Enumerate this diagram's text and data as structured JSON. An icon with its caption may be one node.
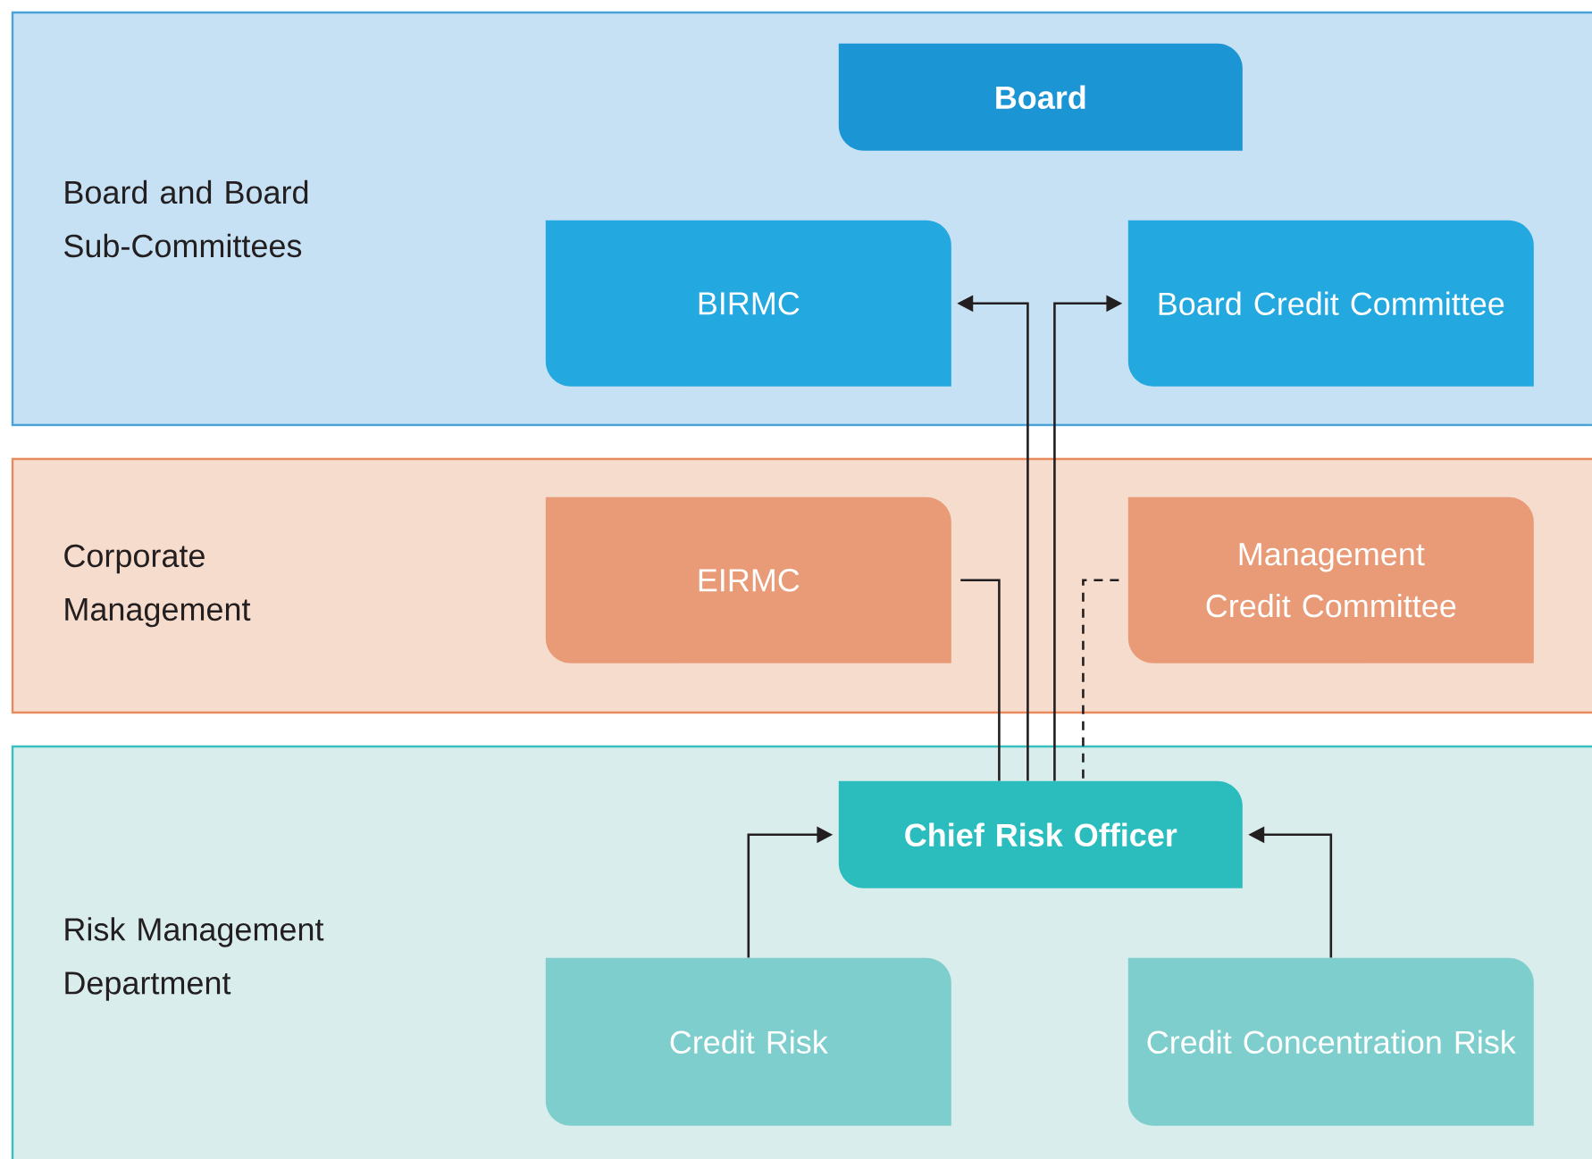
{
  "diagram": {
    "nodes": [
      {
        "text": [
          "Board and Board Sub-Committees"
        ]
      },
      {
        "text": [
          "Board"
        ],
        "in": 0
      },
      {
        "text": [
          "BIRMC"
        ],
        "in": 0
      },
      {
        "text": [
          "Board Credit Committee"
        ],
        "in": 0
      },
      {
        "text": [
          "Corporate Management"
        ]
      },
      {
        "text": [
          "EIRMC"
        ],
        "in": 4
      },
      {
        "text": [
          "Management Credit Committee"
        ],
        "in": 4
      },
      {
        "text": [
          "Risk Management Department"
        ]
      },
      {
        "text": [
          "Chief Risk Officer"
        ],
        "in": 7
      },
      {
        "text": [
          "Credit Risk"
        ],
        "in": 7
      },
      {
        "text": [
          "Credit Concentration Risk"
        ],
        "in": 7
      }
    ],
    "edges": [
      {
        "from": 8,
        "to": 2,
        "arrow": "to"
      },
      {
        "from": 8,
        "to": 3,
        "arrow": "to"
      },
      {
        "from": 5,
        "to": 8,
        "arrow": "none"
      },
      {
        "from": 6,
        "to": 8,
        "arrow": "none",
        "style": "dashed"
      },
      {
        "from": 9,
        "to": 8,
        "arrow": "to"
      },
      {
        "from": 10,
        "to": 8,
        "arrow": "to"
      }
    ]
  }
}
